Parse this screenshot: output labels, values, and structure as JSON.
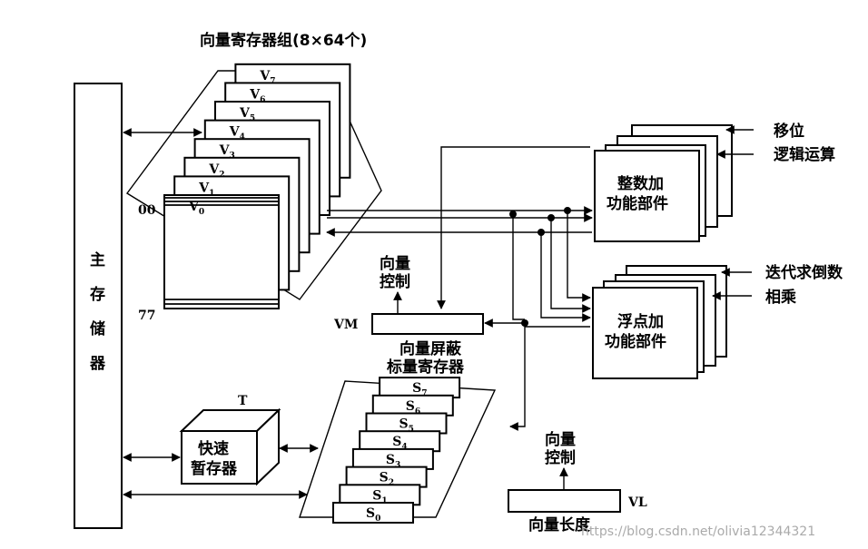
{
  "title": "向量寄存器组(8×64个)",
  "main_memory": [
    "主",
    "存",
    "储",
    "器"
  ],
  "vector_registers": [
    "V7",
    "V6",
    "V5",
    "V4",
    "V3",
    "V2",
    "V1",
    "V0"
  ],
  "v0_top_index": "00",
  "v0_bottom_index": "77",
  "scalar_registers": [
    "S7",
    "S6",
    "S5",
    "S4",
    "S3",
    "S2",
    "S1",
    "S0"
  ],
  "scalar_label": [
    "向量屏蔽",
    "标量寄存器"
  ],
  "vm_label": "VM",
  "vm_control": [
    "向量",
    "控制"
  ],
  "vl_label": "VL",
  "vl_control": [
    "向量",
    "控制"
  ],
  "vl_caption": "向量长度",
  "temp_label": "T",
  "temp_box": [
    "快速",
    "暂存器"
  ],
  "int_unit": [
    "整数加",
    "功能部件"
  ],
  "int_side_labels": [
    "移位",
    "逻辑运算"
  ],
  "fp_unit": [
    "浮点加",
    "功能部件"
  ],
  "fp_side_labels": [
    "迭代求倒数",
    "相乘"
  ],
  "watermark": "https://blog.csdn.net/olivia12344321"
}
